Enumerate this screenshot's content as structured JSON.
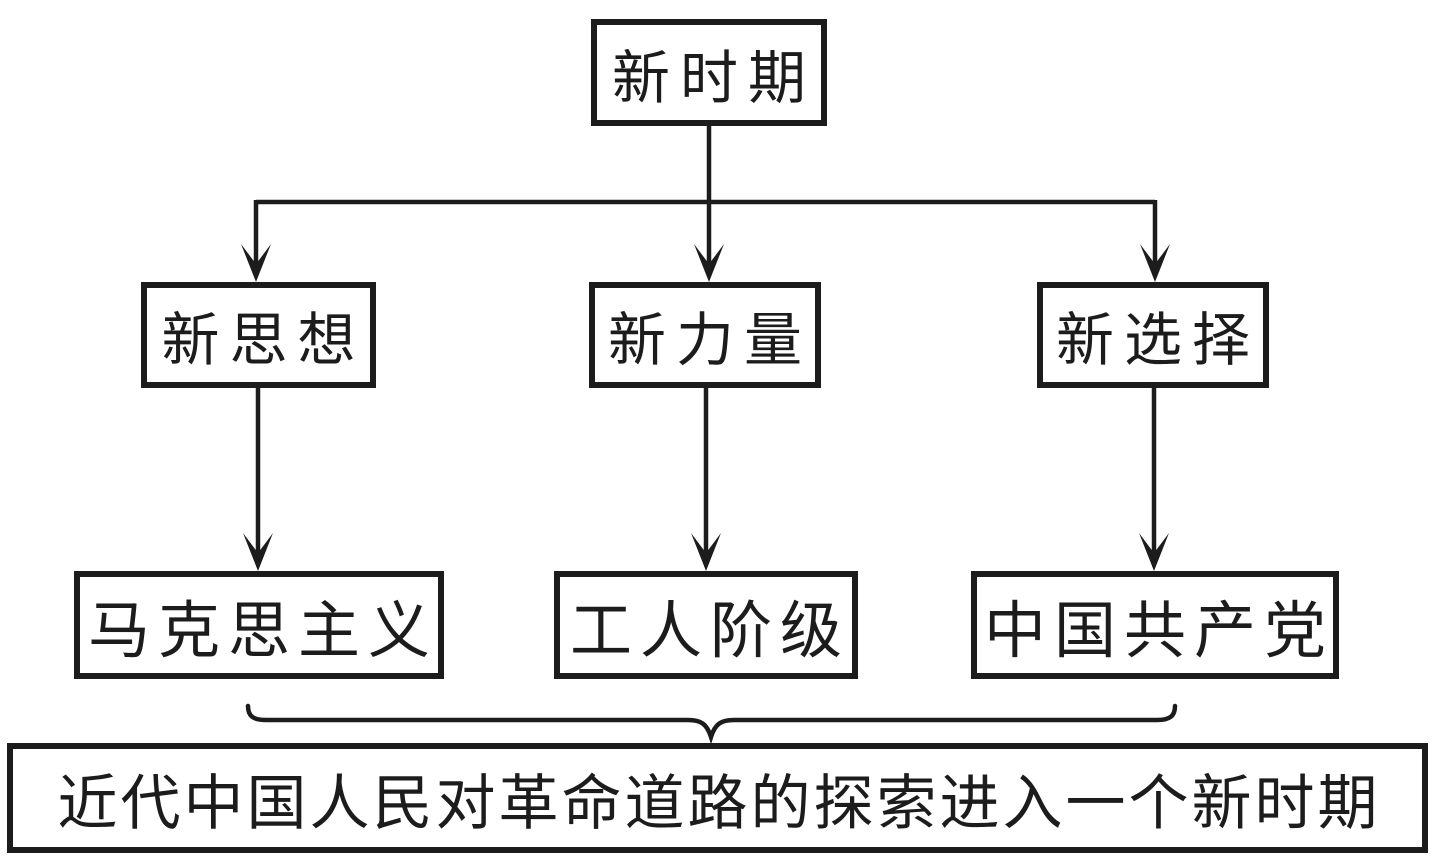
{
  "colors": {
    "line": "#1c1c1c",
    "text": "#1c1c1c",
    "background": "#ffffff"
  },
  "diagram": {
    "type": "flowchart",
    "nodes": {
      "root": "新时期",
      "level2": [
        "新思想",
        "新力量",
        "新选择"
      ],
      "level3": [
        "马克思主义",
        "工人阶级",
        "中国共产党"
      ],
      "conclusion": "近代中国人民对革命道路的探索进入一个新时期"
    },
    "edges": [
      {
        "from": "新时期",
        "to": "新思想"
      },
      {
        "from": "新时期",
        "to": "新力量"
      },
      {
        "from": "新时期",
        "to": "新选择"
      },
      {
        "from": "新思想",
        "to": "马克思主义"
      },
      {
        "from": "新力量",
        "to": "工人阶级"
      },
      {
        "from": "新选择",
        "to": "中国共产党"
      },
      {
        "from": "马克思主义 工人阶级 中国共产党",
        "to": "近代中国人民对革命道路的探索进入一个新时期",
        "style": "underbrace"
      }
    ]
  }
}
